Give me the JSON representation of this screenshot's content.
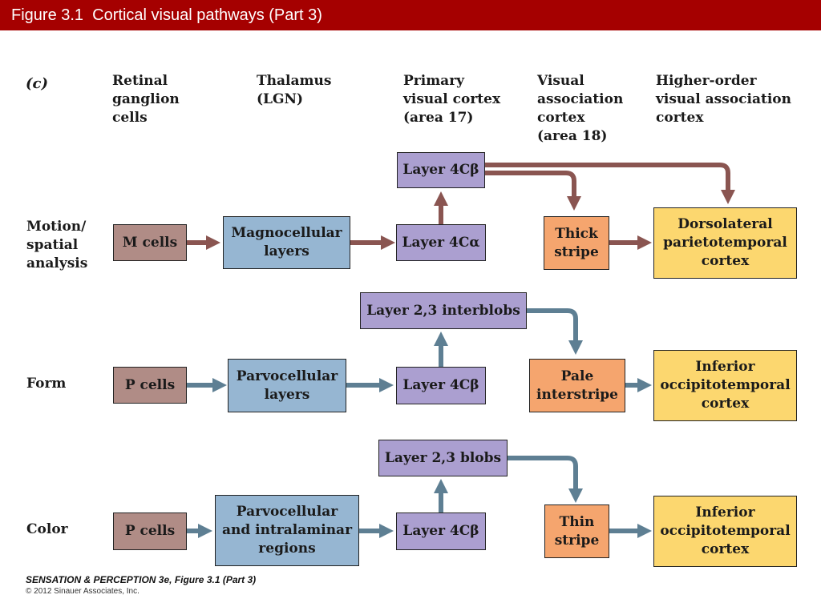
{
  "title": "Figure 3.1  Cortical visual pathways (Part 3)",
  "panel_label": "(c)",
  "columns": {
    "retinal": "Retinal\nganglion\ncells",
    "thalamus": "Thalamus\n(LGN)",
    "primary": "Primary\nvisual cortex\n(area 17)",
    "visual_assoc": "Visual\nassociation\ncortex\n(area 18)",
    "higher": "Higher-order\nvisual association\ncortex"
  },
  "rows": {
    "motion": "Motion/\nspatial\nanalysis",
    "form": "Form",
    "color": "Color"
  },
  "boxes": {
    "m_cells": "M cells",
    "magno": "Magnocellular\nlayers",
    "layer4ca": "Layer 4Cα",
    "layer4cb_top": "Layer 4Cβ",
    "thick_stripe": "Thick\nstripe",
    "dorsolateral": "Dorsolateral\nparietotemporal\ncortex",
    "p_cells_form": "P cells",
    "parvo": "Parvocellular\nlayers",
    "layer4cb_form": "Layer 4Cβ",
    "interblobs": "Layer 2,3 interblobs",
    "pale_interstripe": "Pale\ninterstripe",
    "inferior_form": "Inferior\noccipitotemporal\ncortex",
    "p_cells_color": "P cells",
    "parvo_intra": "Parvocellular\nand intralaminar\nregions",
    "layer4cb_color": "Layer 4Cβ",
    "blobs": "Layer 2,3 blobs",
    "thin_stripe": "Thin\nstripe",
    "inferior_color": "Inferior\noccipitotemporal\ncortex"
  },
  "credit": {
    "line1": "SENSATION & PERCEPTION 3e, Figure 3.1 (Part 3)",
    "line2": "© 2012 Sinauer Associates, Inc."
  },
  "colors": {
    "title_bar": "#a50000",
    "magno_arrow": "#8a5551",
    "parvo_arrow": "#5e7f93",
    "retina_box": "#b08c86",
    "lgn_box": "#96b6d2",
    "v1_box": "#ab9fd0",
    "v2_box": "#f5a56e",
    "higher_box": "#fcd76f"
  }
}
